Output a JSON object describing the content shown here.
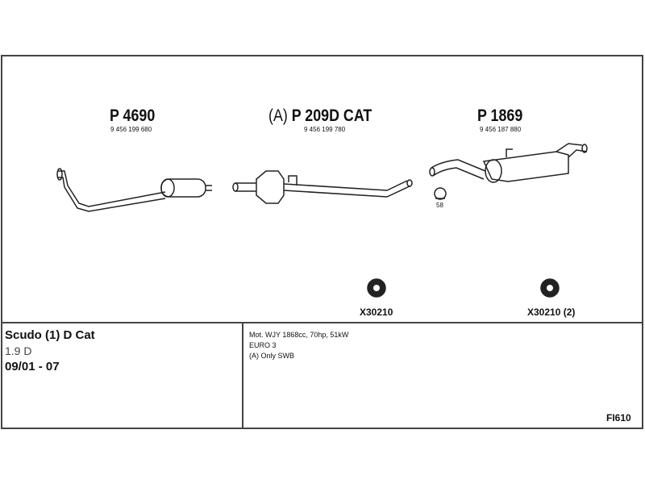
{
  "parts": [
    {
      "prefix": "",
      "number": "P 4690",
      "oe": "9 456 199 680"
    },
    {
      "prefix": "(A) ",
      "number": "P 209D CAT",
      "oe": "9 456 199 780"
    },
    {
      "prefix": "",
      "number": "P 1869",
      "oe": "9 456 187 880"
    }
  ],
  "clamp_label": "58",
  "mounts": [
    {
      "label": "X30210"
    },
    {
      "label": "X30210 (2)"
    }
  ],
  "vehicle": {
    "model": "Scudo (1) D Cat",
    "engine": "1.9 D",
    "years": "09/01 - 07"
  },
  "notes": [
    "Mot. WJY 1868cc, 70hp, 51kW",
    "EURO 3",
    "(A) Only SWB"
  ],
  "code": "FI610"
}
